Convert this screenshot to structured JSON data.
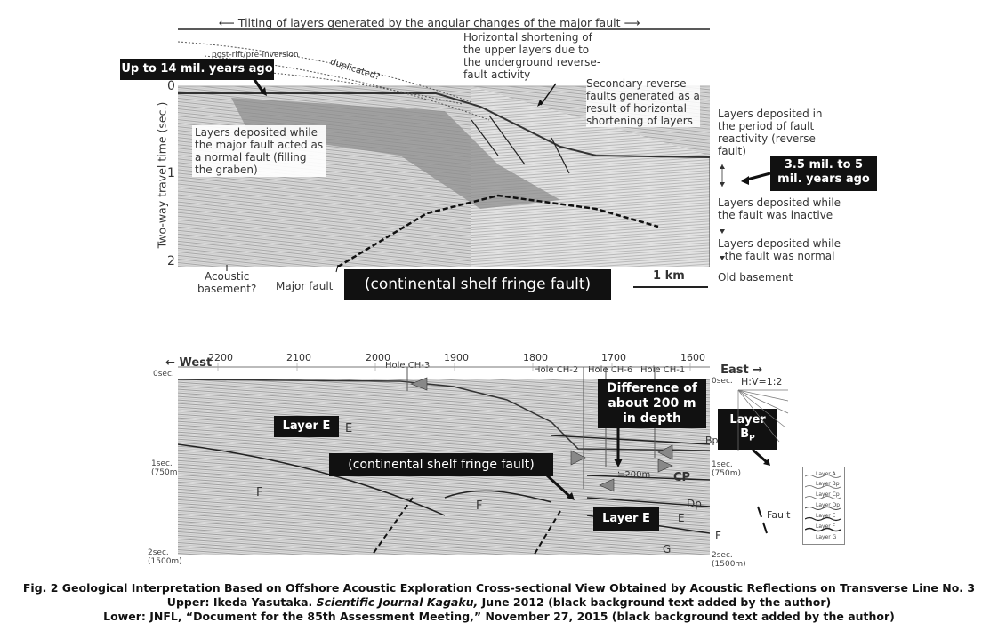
{
  "upper": {
    "top_arrow_text": "Tilting of layers generated by the angular changes of the major fault",
    "post_rift_text": "post-rift/pre-inversion",
    "duplicated_text": "duplicated?",
    "horizontal_shortening": "Horizontal shortening of\nthe upper layers due to\nthe underground reverse-\nfault activity",
    "secondary_reverse": "Secondary reverse\nfaults generated as a\nresult of horizontal\nshortening of layers",
    "label_up_to_14": "Up to 14 mil. years ago",
    "normal_fault_layers": "Layers deposited while\nthe major fault acted as\na normal fault (filling\nthe graben)",
    "y_axis_label": "Two-way travel time (sec.)",
    "y_ticks": [
      "0",
      "1",
      "2"
    ],
    "reactivity_layers": "Layers deposited in\nthe period of fault\nreactivity (reverse\nfault)",
    "label_3_5_to_5": "3.5 mil. to 5\nmil. years ago",
    "inactive_layers": "Layers deposited while\nthe fault was inactive",
    "normal_layers": "Layers deposited while\n  the fault was normal",
    "old_basement": "Old basement",
    "acoustic_basement": "Acoustic\nbasement?",
    "major_fault": "Major fault",
    "continental_fault_label": "(continental shelf fringe fault)",
    "scale": "1 km"
  },
  "lower": {
    "west": "West",
    "east": "East",
    "x_ticks": [
      "2200",
      "2100",
      "2000",
      "1900",
      "1800",
      "1700",
      "1600"
    ],
    "holes": [
      "Hole CH-3",
      "Hole CH-2",
      "Hole CH-6",
      "Hole CH-1"
    ],
    "left_axis": [
      "0sec.",
      "1sec.\n(750m)",
      "2sec.\n(1500m)"
    ],
    "right_axis": [
      "0sec.",
      "1sec.\n(750m)",
      "2sec.\n(1500m)"
    ],
    "difference_label": "Difference of\nabout 200 m\nin depth",
    "layer_bp_label": "Layer\nBP",
    "layer_e_left": "Layer E",
    "layer_e_right": "Layer E",
    "continental_fault_label": "(continental shelf fringe fault)",
    "ratio": "H:V=1:2",
    "depth_200m": "≒200m",
    "layer_letters": [
      "E",
      "F",
      "F",
      "Bp",
      "CP",
      "Dp",
      "E",
      "F",
      "G"
    ],
    "fault_legend": "Fault",
    "legend_items": [
      "Layer A",
      "Layer Bp",
      "Layer Cp",
      "Layer Dp",
      "Layer E",
      "Layer F",
      "Layer G"
    ]
  },
  "caption": {
    "line1": "Fig. 2  Geological Interpretation Based on Offshore Acoustic Exploration Cross-sectional View Obtained by Acoustic Reflections on Transverse Line No. 3",
    "line2_pre": "Upper: Ikeda Yasutaka. ",
    "line2_italic": "Scientific Journal Kagaku,",
    "line2_post": " June 2012 (black background text added by the author)",
    "line3": "Lower: JNFL, “Document for the 85th Assessment Meeting,” November 27, 2015 (black background text added by the author)"
  }
}
